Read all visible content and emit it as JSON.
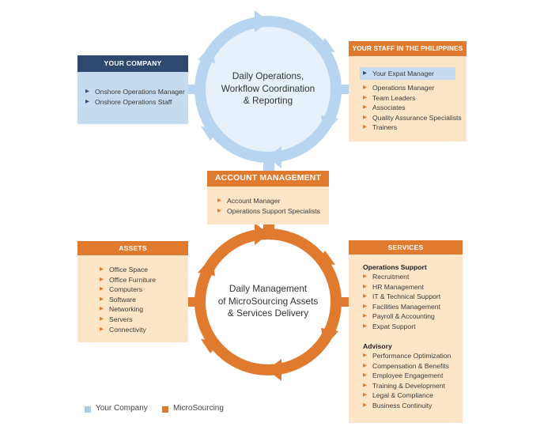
{
  "colors": {
    "company_blue": "#c5dcf0",
    "company_header": "#2d4a6e",
    "ms_orange": "#e07a2e",
    "ms_light": "#fde6c7",
    "ring_blue": "#b7d5f0",
    "ring_orange": "#e07a2e"
  },
  "your_company": {
    "title": "YOUR COMPANY",
    "items": [
      "Onshore Operations Manager",
      "Onshore Operations Staff"
    ]
  },
  "staff_philippines": {
    "title": "YOUR STAFF IN THE PHILIPPINES",
    "highlight": "Your Expat Manager",
    "items": [
      "Operations Manager",
      "Team Leaders",
      "Associates",
      "Quality Assurance Specialists",
      "Trainers"
    ]
  },
  "top_circle": {
    "text": "Daily Operations,\nWorkflow Coordination\n& Reporting"
  },
  "account_management": {
    "title": "ACCOUNT MANAGEMENT",
    "items": [
      "Account Manager",
      "Operations Support Specialists"
    ]
  },
  "assets": {
    "title": "ASSETS",
    "items": [
      "Office Space",
      "Office Furniture",
      "Computers",
      "Software",
      "Networking",
      "Servers",
      "Connectivity"
    ]
  },
  "bottom_circle": {
    "text": "Daily Management\nof MicroSourcing Assets\n& Services Delivery"
  },
  "services": {
    "title": "SERVICES",
    "groups": [
      {
        "heading": "Operations Support",
        "items": [
          "Recruitment",
          "HR Management",
          "IT & Technical Support",
          "Facilities Management",
          "Payroll & Accounting",
          "Expat Support"
        ]
      },
      {
        "heading": "Advisory",
        "items": [
          "Performance Optimization",
          "Compensation & Benefits",
          "Employee Engagement",
          "Training & Development",
          "Legal & Compliance",
          "Business Continuity"
        ]
      }
    ]
  },
  "legend": [
    {
      "label": "Your Company",
      "color": "#a9c9e6"
    },
    {
      "label": "MicroSourcing",
      "color": "#e07a2e"
    }
  ]
}
